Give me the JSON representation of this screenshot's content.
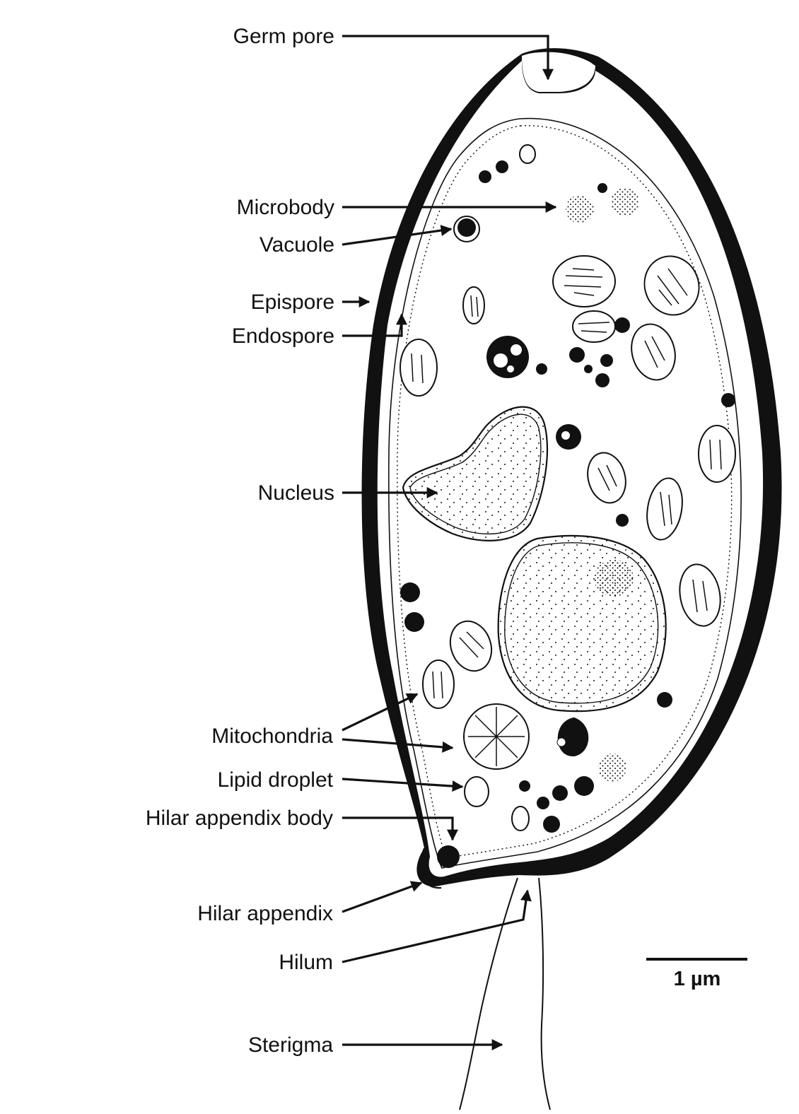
{
  "labels": {
    "germ_pore": "Germ pore",
    "microbody": "Microbody",
    "vacuole": "Vacuole",
    "epispore": "Epispore",
    "endospore": "Endospore",
    "nucleus": "Nucleus",
    "mitochondria": "Mitochondria",
    "lipid_droplet": "Lipid droplet",
    "hilar_appendix_body": "Hilar appendix body",
    "hilar_appendix": "Hilar appendix",
    "hilum": "Hilum",
    "sterigma": "Sterigma"
  },
  "scale_bar": {
    "label": "1 µm"
  },
  "colors": {
    "ink": "#111111",
    "paper": "#ffffff"
  }
}
